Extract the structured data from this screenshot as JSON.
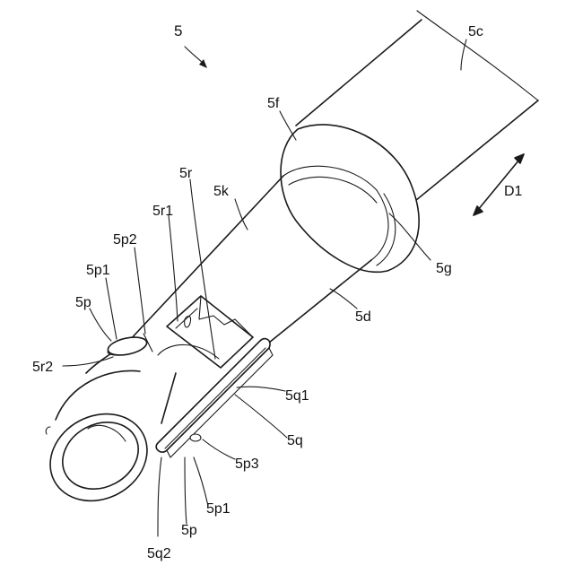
{
  "figure": {
    "labels": {
      "assembly": "5",
      "shaft_c": "5c",
      "flange_f": "5f",
      "groove_g": "5g",
      "body_k": "5k",
      "recess_r": "5r",
      "recess_r1": "5r1",
      "recess_r2": "5r2",
      "boss_p2": "5p2",
      "boss_p1_top": "5p1",
      "boss_p_top": "5p",
      "shaft_d": "5d",
      "rail_q1": "5q1",
      "rail_q": "5q",
      "boss_p3": "5p3",
      "boss_p1_bottom": "5p1",
      "boss_p_bottom": "5p",
      "rail_q2": "5q2",
      "direction": "D1"
    }
  }
}
